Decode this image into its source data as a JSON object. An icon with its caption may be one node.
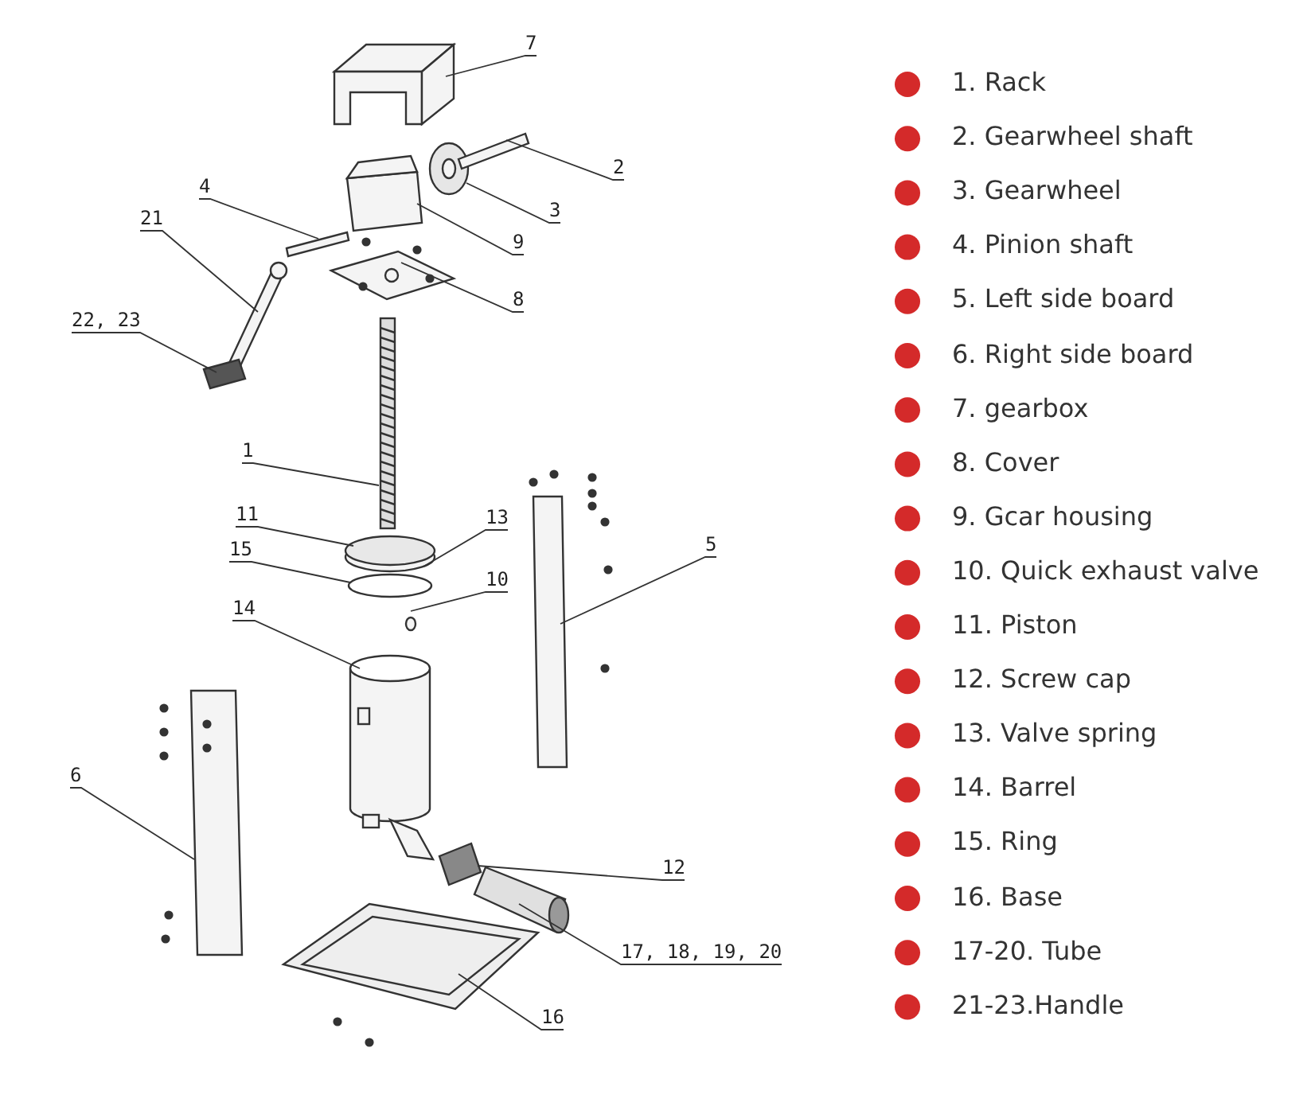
{
  "diagram": {
    "nodes": [
      {
        "text": [
          "7"
        ]
      },
      {
        "text": [
          "2"
        ]
      },
      {
        "text": [
          "4"
        ]
      },
      {
        "text": [
          "3"
        ]
      },
      {
        "text": [
          "21"
        ]
      },
      {
        "text": [
          "9"
        ]
      },
      {
        "text": [
          "8"
        ]
      },
      {
        "text": [
          "22, 23"
        ]
      },
      {
        "text": [
          "1"
        ]
      },
      {
        "text": [
          "11"
        ]
      },
      {
        "text": [
          "13"
        ]
      },
      {
        "text": [
          "15"
        ]
      },
      {
        "text": [
          "10"
        ]
      },
      {
        "text": [
          "5"
        ]
      },
      {
        "text": [
          "14"
        ]
      },
      {
        "text": [
          "6"
        ]
      },
      {
        "text": [
          "12"
        ]
      },
      {
        "text": [
          "17, 18, 19, 20"
        ]
      },
      {
        "text": [
          "16"
        ]
      }
    ],
    "edges": [
      {
        "from": 0,
        "to": null,
        "arrow": "none"
      },
      {
        "from": 1,
        "to": null,
        "arrow": "none"
      },
      {
        "from": 2,
        "to": null,
        "arrow": "none"
      },
      {
        "from": 3,
        "to": null,
        "arrow": "none"
      },
      {
        "from": 4,
        "to": null,
        "arrow": "none"
      },
      {
        "from": 5,
        "to": null,
        "arrow": "none"
      },
      {
        "from": 6,
        "to": null,
        "arrow": "none"
      },
      {
        "from": 7,
        "to": null,
        "arrow": "none"
      },
      {
        "from": 8,
        "to": null,
        "arrow": "none"
      },
      {
        "from": 9,
        "to": null,
        "arrow": "none"
      },
      {
        "from": 10,
        "to": null,
        "arrow": "none"
      },
      {
        "from": 11,
        "to": null,
        "arrow": "none"
      },
      {
        "from": 12,
        "to": null,
        "arrow": "none"
      },
      {
        "from": 13,
        "to": null,
        "arrow": "none"
      },
      {
        "from": 14,
        "to": null,
        "arrow": "none"
      },
      {
        "from": 15,
        "to": null,
        "arrow": "none"
      },
      {
        "from": 16,
        "to": null,
        "arrow": "none"
      },
      {
        "from": 17,
        "to": null,
        "arrow": "none"
      },
      {
        "from": 18,
        "to": null,
        "arrow": "none"
      }
    ],
    "legend": [
      {
        "text": "1. Rack",
        "color": "#d42a2a"
      },
      {
        "text": "2. Gearwheel shaft",
        "color": "#d42a2a"
      },
      {
        "text": "3. Gearwheel",
        "color": "#d42a2a"
      },
      {
        "text": "4. Pinion shaft",
        "color": "#d42a2a"
      },
      {
        "text": "5. Left side board",
        "color": "#d42a2a"
      },
      {
        "text": "6. Right side board",
        "color": "#d42a2a"
      },
      {
        "text": "7. gearbox",
        "color": "#d42a2a"
      },
      {
        "text": "8. Cover",
        "color": "#d42a2a"
      },
      {
        "text": "9. Gcar housing",
        "color": "#d42a2a"
      },
      {
        "text": "10. Quick exhaust valve",
        "color": "#d42a2a"
      },
      {
        "text": "11. Piston",
        "color": "#d42a2a"
      },
      {
        "text": "12. Screw cap",
        "color": "#d42a2a"
      },
      {
        "text": "13. Valve spring",
        "color": "#d42a2a"
      },
      {
        "text": "14. Barrel",
        "color": "#d42a2a"
      },
      {
        "text": "15. Ring",
        "color": "#d42a2a"
      },
      {
        "text": "16. Base",
        "color": "#d42a2a"
      },
      {
        "text": "17-20. Tube",
        "color": "#d42a2a"
      },
      {
        "text": "21-23.Handle",
        "color": "#d42a2a"
      }
    ]
  }
}
